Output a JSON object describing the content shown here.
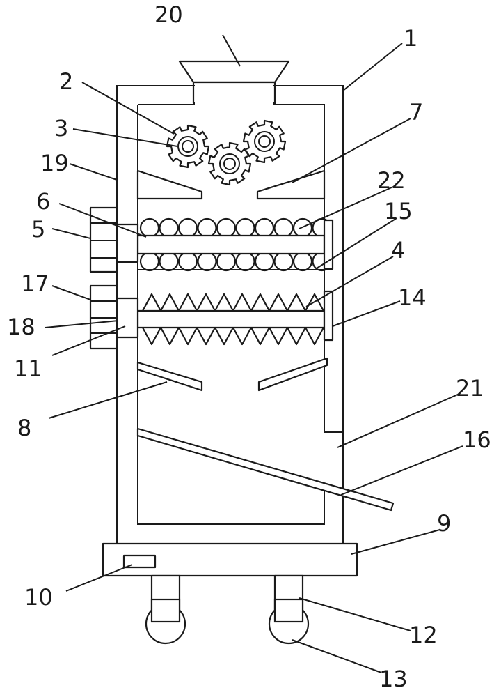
{
  "labels": {
    "l1": "1",
    "l2": "2",
    "l3": "3",
    "l4": "4",
    "l5": "5",
    "l6": "6",
    "l7": "7",
    "l8": "8",
    "l9": "9",
    "l10": "10",
    "l11": "11",
    "l12": "12",
    "l13": "13",
    "l14": "14",
    "l15": "15",
    "l16": "16",
    "l17": "17",
    "l18": "18",
    "l19": "19",
    "l20": "20",
    "l21": "21",
    "l22": "22"
  },
  "colors": {
    "stroke": "#1a1a1a",
    "background": "#ffffff"
  }
}
